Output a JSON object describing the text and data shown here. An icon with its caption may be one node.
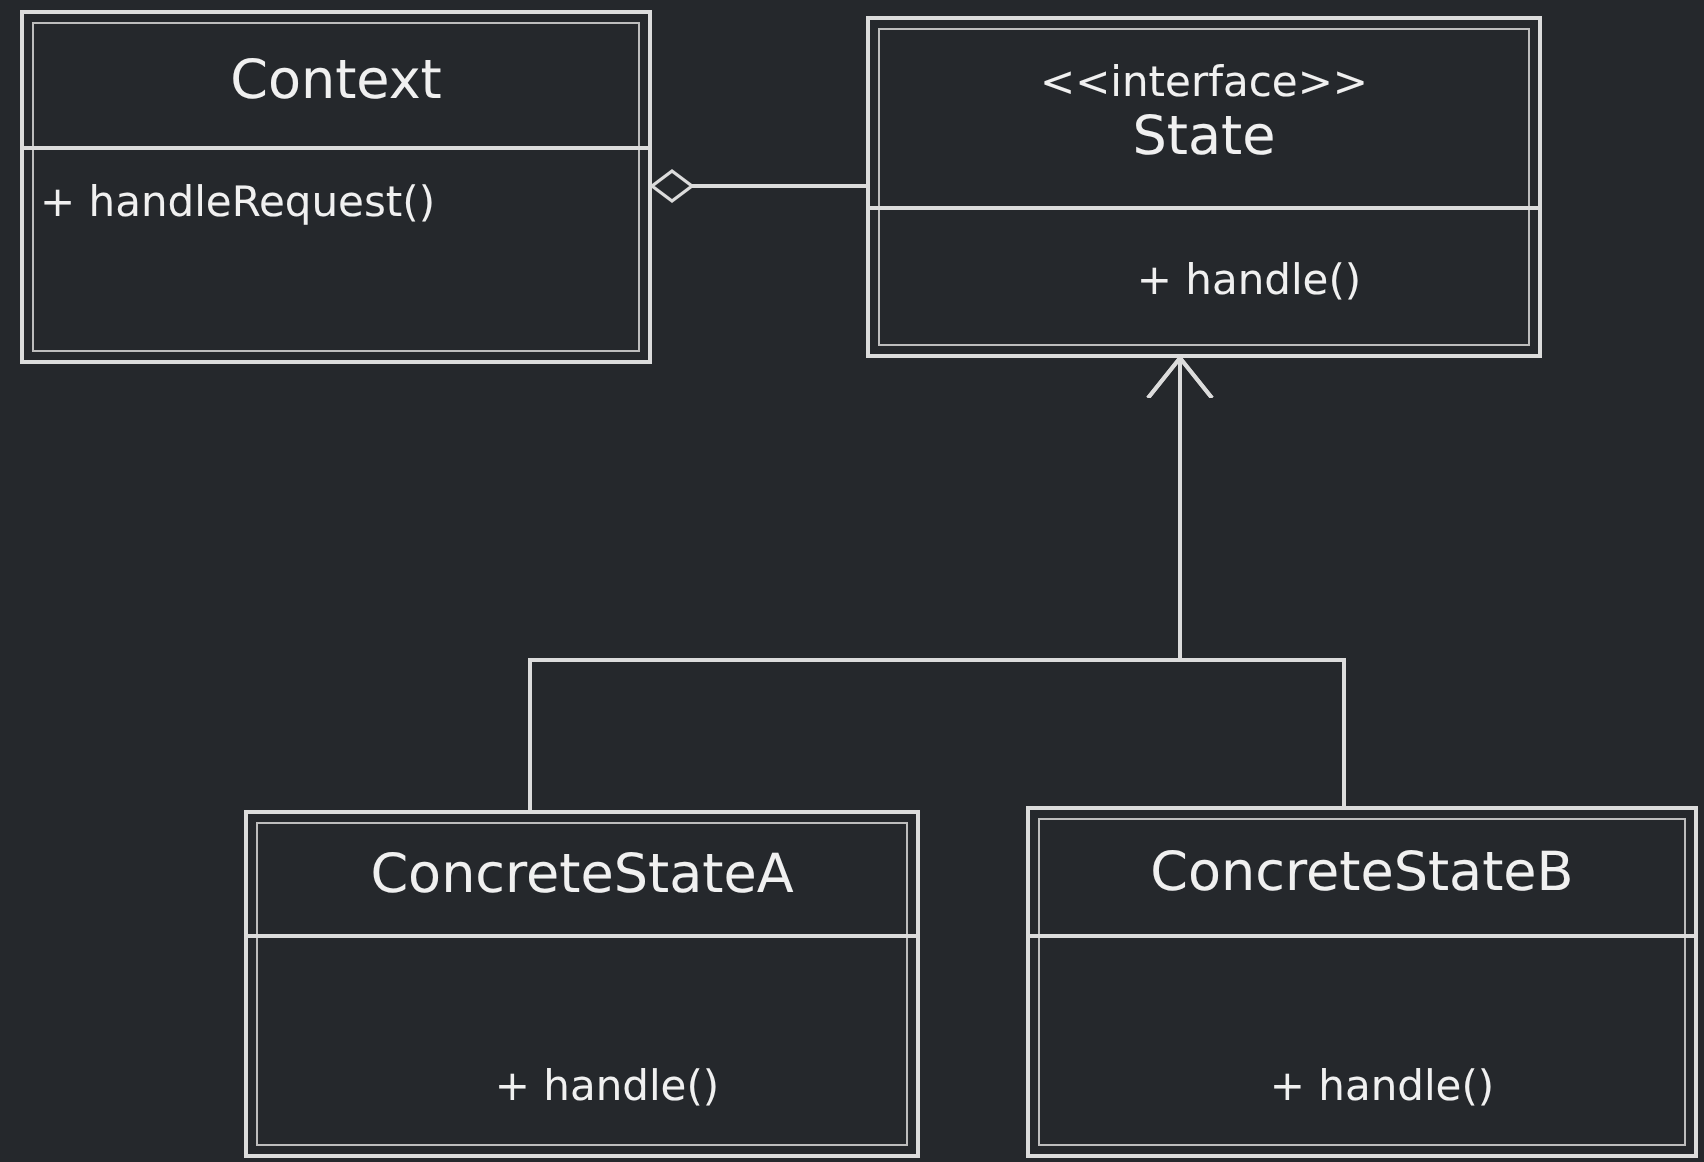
{
  "diagram": {
    "nodes": [
      {
        "text": [
          "Context",
          "+ handleRequest()"
        ]
      },
      {
        "text": [
          "<<interface>>",
          "State",
          "+ handle()"
        ]
      },
      {
        "text": [
          "ConcreteStateA",
          "+ handle()"
        ]
      },
      {
        "text": [
          "ConcreteStateB",
          "+ handle()"
        ]
      }
    ],
    "edges": [
      {
        "from": 0,
        "to": 1,
        "arrow": "other"
      },
      {
        "from": 2,
        "to": 1,
        "arrow": "to"
      },
      {
        "from": 3,
        "to": 1,
        "arrow": "to"
      }
    ]
  }
}
